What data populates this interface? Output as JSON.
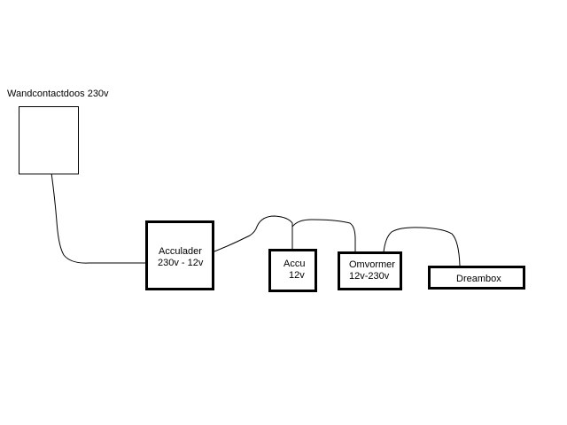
{
  "outlet": {
    "label": "Wandcontactdoos 230v"
  },
  "charger": {
    "line1": "Acculader",
    "line2": "230v - 12v"
  },
  "battery": {
    "line1": "Accu",
    "line2": "12v"
  },
  "inverter": {
    "line1": "Omvormer",
    "line2": "12v-230v"
  },
  "receiver": {
    "label": "Dreambox"
  },
  "colors": {
    "stroke": "#000000",
    "background": "#ffffff"
  }
}
